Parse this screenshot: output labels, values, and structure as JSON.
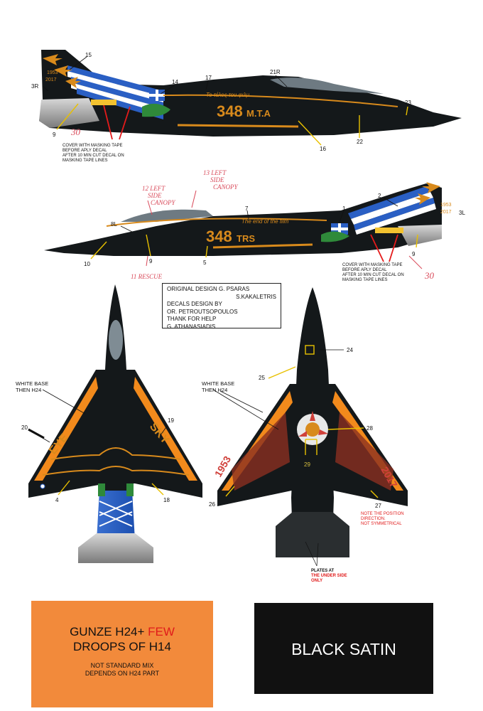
{
  "top_view": {
    "numbers": {
      "n15": "15",
      "n3r": "3R",
      "n14": "14",
      "n17": "17",
      "n21r": "21R",
      "n23": "23",
      "n9": "9",
      "n16": "16",
      "n22": "22"
    },
    "years_a": "1953",
    "years_b": "2017",
    "motto": "To τέλος του φιλμ",
    "big_number": "348",
    "unit": "M.T.A",
    "handwritten_30": "30",
    "note": [
      "COVER WITH MASKING TAPE",
      "BEFORE APLY DECAL",
      "AFTER 10 MIN CUT DECAL ON",
      "MASKING TAPE LINES"
    ]
  },
  "side_view": {
    "numbers": {
      "n2": "2",
      "n7": "7",
      "n1": "1",
      "n3l": "3L",
      "n8l": "8L",
      "n9a": "9",
      "n9b": "9",
      "n10": "10",
      "n5": "5"
    },
    "years_a": "1953",
    "years_b": "2017",
    "motto": "The end of the film",
    "big_number": "348",
    "unit": "TRS",
    "handwritten": [
      "12 LEFT",
      "SIDE",
      "CANOPY",
      "13 LEFT",
      "SIDE",
      "CANOPY",
      "11 RESCUE"
    ],
    "handwritten_30": "30",
    "note": [
      "COVER WITH MASKING TAPE",
      "BEFORE APLY DECAL",
      "AFTER 10 MIN CUT DECAL ON",
      "MASKING TAPE LINES"
    ]
  },
  "credits": {
    "line1": "ORIGINAL DESIGN  G. PSARAS",
    "line2": "S.KAKALETRIS",
    "line3": "DECALS DESIGN BY",
    "line4": "OR. PETROUTSOPOULOS",
    "line5": "THANK FOR HELP",
    "line6": "G. ATHANASIADIS"
  },
  "plan_view": {
    "white_base": [
      "WHITE BASE",
      "THEN H24"
    ],
    "numbers": {
      "n20": "20",
      "n19": "19",
      "n4": "4",
      "n18": "18"
    },
    "wing_left": "EYE",
    "wing_right": "SKY"
  },
  "under_view": {
    "white_base": [
      "WHITE BASE",
      "THEN H24"
    ],
    "numbers": {
      "n24": "24",
      "n25": "25",
      "n28": "28",
      "n29": "29",
      "n26": "26",
      "n27": "27"
    },
    "year_left": "1953",
    "year_right": "2017",
    "position_note": [
      "NOTE THE POSITION",
      "DIRECTION.",
      "NOT SYMMETRICAL"
    ],
    "plates_note": [
      "PLATES  AT",
      "THE UNDER SIDE",
      "ONLY"
    ]
  },
  "swatches": {
    "orange_l1": "GUNZE H24+ ",
    "orange_few": "FEW",
    "orange_l2": "DROOPS OF H14",
    "orange_l3": "NOT STANDARD MIX",
    "orange_l4": "DEPENDS ON H24 PART",
    "black": "BLACK SATIN"
  }
}
